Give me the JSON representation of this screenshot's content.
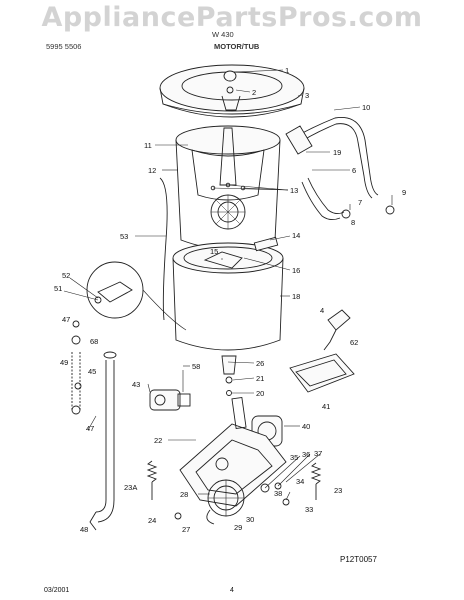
{
  "watermark": "AppliancePartsPros.com",
  "header": {
    "line1": "W 430",
    "line2": "5995 5506",
    "title": "MOTOR/TUB"
  },
  "footer": {
    "date": "03/2001",
    "page": "4",
    "figure_code": "P12T0057"
  },
  "callouts": [
    {
      "id": "c1",
      "text": "1"
    },
    {
      "id": "c2",
      "text": "2"
    },
    {
      "id": "c3",
      "text": "3"
    },
    {
      "id": "c10",
      "text": "10"
    },
    {
      "id": "c11",
      "text": "11"
    },
    {
      "id": "c19",
      "text": "19"
    },
    {
      "id": "c12",
      "text": "12"
    },
    {
      "id": "c6",
      "text": "6"
    },
    {
      "id": "c13",
      "text": "13"
    },
    {
      "id": "c9",
      "text": "9"
    },
    {
      "id": "c7",
      "text": "7"
    },
    {
      "id": "c8",
      "text": "8"
    },
    {
      "id": "c53",
      "text": "53"
    },
    {
      "id": "c14",
      "text": "14"
    },
    {
      "id": "c15",
      "text": "15"
    },
    {
      "id": "c16",
      "text": "16"
    },
    {
      "id": "c52",
      "text": "52"
    },
    {
      "id": "c51",
      "text": "51"
    },
    {
      "id": "c18",
      "text": "18"
    },
    {
      "id": "c47a",
      "text": "47"
    },
    {
      "id": "c4",
      "text": "4"
    },
    {
      "id": "c68",
      "text": "68"
    },
    {
      "id": "c62",
      "text": "62"
    },
    {
      "id": "c49",
      "text": "49"
    },
    {
      "id": "c45",
      "text": "45"
    },
    {
      "id": "c26",
      "text": "26"
    },
    {
      "id": "c58",
      "text": "58"
    },
    {
      "id": "c21",
      "text": "21"
    },
    {
      "id": "c43",
      "text": "43"
    },
    {
      "id": "c20",
      "text": "20"
    },
    {
      "id": "c41",
      "text": "41"
    },
    {
      "id": "c47b",
      "text": "47"
    },
    {
      "id": "c40",
      "text": "40"
    },
    {
      "id": "c22",
      "text": "22"
    },
    {
      "id": "c35",
      "text": "35"
    },
    {
      "id": "c36",
      "text": "36"
    },
    {
      "id": "c37",
      "text": "37"
    },
    {
      "id": "c23A",
      "text": "23A"
    },
    {
      "id": "c34",
      "text": "34"
    },
    {
      "id": "c28",
      "text": "28"
    },
    {
      "id": "c38",
      "text": "38"
    },
    {
      "id": "c23",
      "text": "23"
    },
    {
      "id": "c24",
      "text": "24"
    },
    {
      "id": "c29",
      "text": "29"
    },
    {
      "id": "c30",
      "text": "30"
    },
    {
      "id": "c33",
      "text": "33"
    },
    {
      "id": "c27",
      "text": "27"
    },
    {
      "id": "c48",
      "text": "48"
    }
  ]
}
